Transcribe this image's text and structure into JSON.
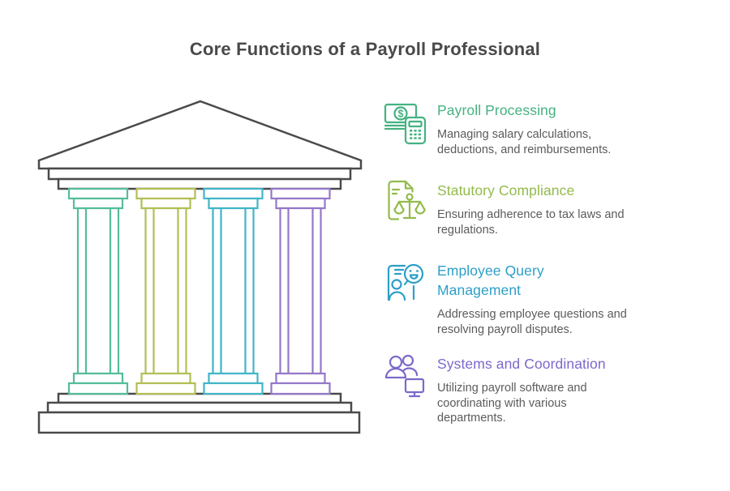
{
  "title": {
    "text": "Core Functions of a Payroll Professional",
    "color": "#4a4a4a"
  },
  "colors": {
    "outline": "#4a4a4a",
    "description_text": "#5b5b5b",
    "background": "#ffffff"
  },
  "temple": {
    "pillars": [
      {
        "name": "pillar-1",
        "color": "#54bd9a"
      },
      {
        "name": "pillar-2",
        "color": "#b2bf55"
      },
      {
        "name": "pillar-3",
        "color": "#41b5c8"
      },
      {
        "name": "pillar-4",
        "color": "#9478c8"
      }
    ]
  },
  "items": [
    {
      "icon": "money-calculator-icon",
      "heading": "Payroll Processing",
      "color": "#44b281",
      "currency_symbol": "$",
      "description": "Managing salary calculations,\ndeductions, and reimbursements."
    },
    {
      "icon": "document-scales-icon",
      "heading": "Statutory Compliance",
      "color": "#93bb4a",
      "description": "Ensuring adherence to tax laws and\nregulations."
    },
    {
      "icon": "employee-chat-icon",
      "heading": "Employee Query\nManagement",
      "color": "#2d9fc7",
      "description": "Addressing employee questions and\nresolving payroll disputes."
    },
    {
      "icon": "people-monitor-icon",
      "heading": "Systems and Coordination",
      "color": "#7d68cb",
      "description": "Utilizing payroll software and\ncoordinating with various\ndepartments."
    }
  ]
}
